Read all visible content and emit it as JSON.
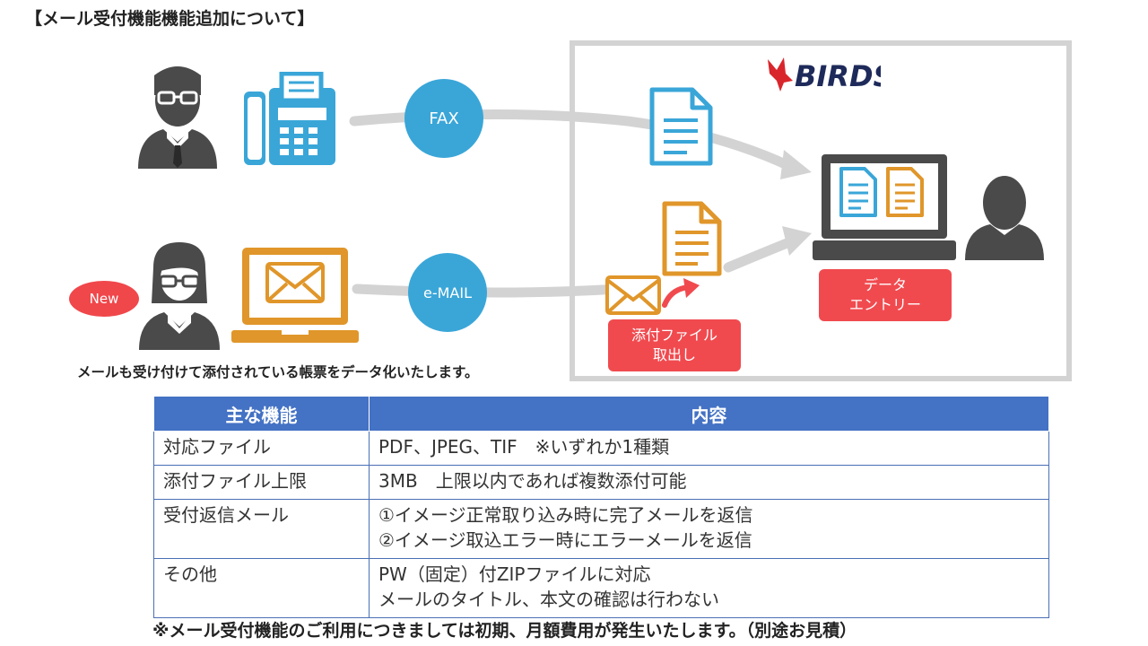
{
  "title": "【メール受付機能機能追加について】",
  "diagram": {
    "brand": "BIRDS",
    "fax_label": "FAX",
    "email_label": "e-MAIL",
    "new_badge": "New",
    "data_entry_label": "データ\nエントリー",
    "attachment_label": "添付ファイル\n取出し",
    "note": "メールも受け付けて添付されている帳票をデータ化いたします。",
    "colors": {
      "circle_blue": "#3aa6d8",
      "accent_red": "#f04a4f",
      "doc_blue": "#3aa6d8",
      "doc_orange": "#e0962a",
      "person_gray": "#4a4a4a",
      "arrow_gray": "#d3d3d3"
    }
  },
  "table": {
    "headers": [
      "主な機能",
      "内容"
    ],
    "rows": [
      {
        "feature": "対応ファイル",
        "content": "PDF、JPEG、TIF　※いずれか1種類"
      },
      {
        "feature": "添付ファイル上限",
        "content": "3MB　上限以内であれば複数添付可能"
      },
      {
        "feature": "受付返信メール",
        "content": "①イメージ正常取り込み時に完了メールを返信\n②イメージ取込エラー時にエラーメールを返信"
      },
      {
        "feature": "その他",
        "content": "PW（固定）付ZIPファイルに対応\nメールのタイトル、本文の確認は行わない"
      }
    ]
  },
  "footer": "※メール受付機能のご利用につきましては初期、月額費用が発生いたします。（別途お見積）"
}
